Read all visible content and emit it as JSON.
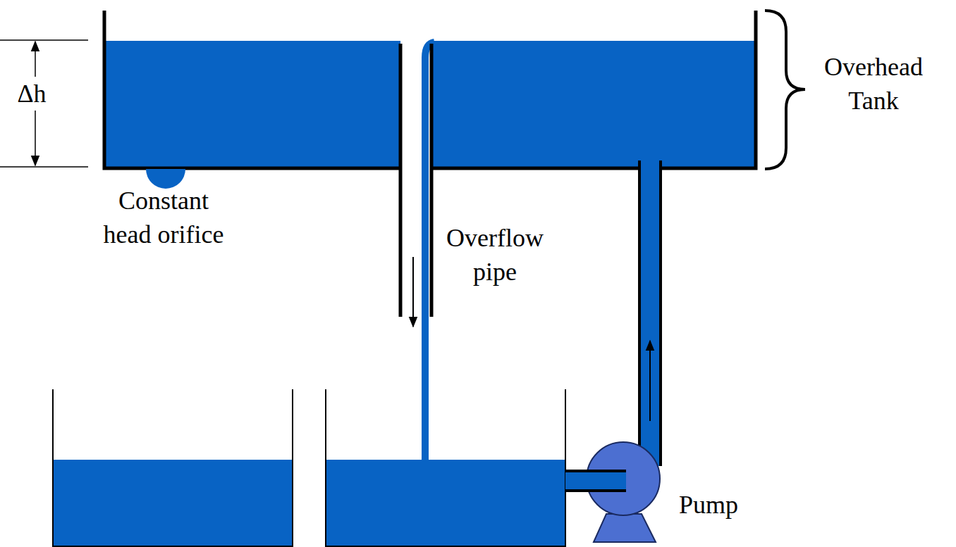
{
  "diagram": {
    "labels": [
      "Δh",
      "Overhead Tank",
      "Constant head orifice",
      "Overflow pipe",
      "Pump"
    ]
  }
}
